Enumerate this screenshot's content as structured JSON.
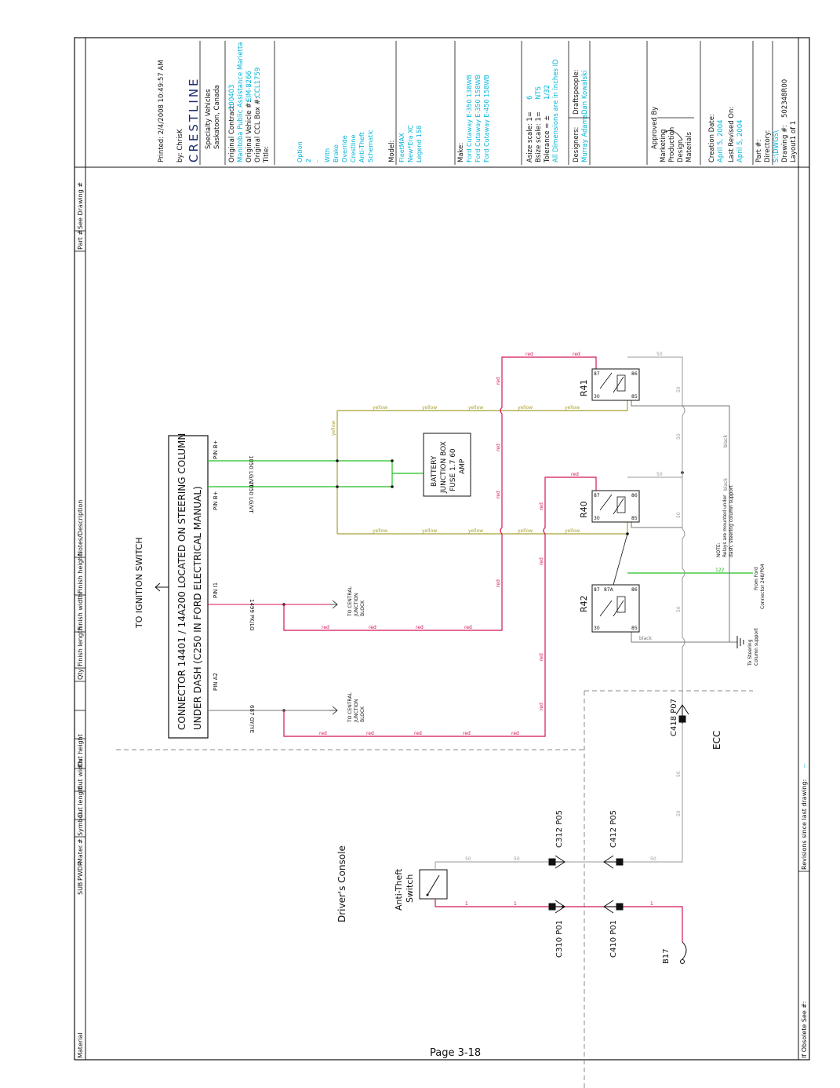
{
  "colors": {
    "red": "#d4145a",
    "yellow": "#a8a030",
    "green": "#22c022",
    "gray": "#999999",
    "black": "#111111",
    "cyan": "#00b4d8"
  },
  "page_label": "Page 3-18",
  "header_left": "Material",
  "header_columns": [
    "SUB",
    "PWDR",
    "Mater.#",
    "Symbol",
    "Cut length",
    "Cut width",
    "Cut height",
    "Qty",
    "Finish length",
    "Finish width",
    "Finish height",
    "Notes/Description",
    "Part #",
    "See Drawing #"
  ],
  "footer": {
    "obsolete": "If Obsolete See #:",
    "revisions": "Revisions since last drawing:",
    "revisions_value": "--"
  },
  "title_block": {
    "printed": "Printed: 2/4/2008 10:49:57 AM",
    "by": "by: ChrisK",
    "logo": "CRESTLINE",
    "company_line1": "Specialty Vehicles",
    "company_line2": "Saskatoon, Canada",
    "original_contract_label": "Original Contract:",
    "original_contract_value": "200403",
    "contract_note": "Manitoba Public Assistance Marietta",
    "original_vehicle_label": "Original Vehicle #:",
    "original_vehicle_value": "EIM-8266",
    "original_ccl_label": "Original CCL Box #:",
    "original_ccl_value": "CCL1759",
    "title_label": "Title:",
    "title_lines": [
      "Option",
      "2",
      "-",
      "With",
      "Brake",
      "Override",
      "Crestline",
      "Anti-Theft",
      "Schematic"
    ],
    "model_label": "Model:",
    "model_lines": [
      "FleetMAX",
      "New*Era XC",
      "Legend 158"
    ],
    "make_label": "Make:",
    "make_lines": [
      "Ford Cutaway E-350 138WB",
      "Ford Cutaway E-350 158WB",
      "Ford Cutaway E-450 158WB"
    ],
    "asize_label": "Asize scale: 1=",
    "asize_value": "6",
    "bsize_label": "Bsize scale: 1=",
    "bsize_value": "NTS",
    "tolerance_label": "Tolerance = ±",
    "tolerance_value": "1/32",
    "tolerance_note": "All Dimensions are in inches ID",
    "designers_label": "Designers:",
    "designers_value": "Murray Adams",
    "draftspeople_label": "Draftspeople:",
    "draftspeople_value": "Dan Kowalski",
    "approved_label": "Approved By",
    "approval_rows": [
      "Marketing",
      "Production",
      "Design",
      "Materials"
    ],
    "creation_label": "Creation Date:",
    "creation_value": "April 5, 2004",
    "revised_label": "Last Revised On:",
    "revised_value": "April 5, 2004",
    "part_label": "Part #:",
    "directory_label": "Directory:",
    "directory_value": "S:\\DWGS\\",
    "drawing_label": "Drawing #:",
    "drawing_value": "502348R00",
    "layout_label": "Layout1 of 1"
  },
  "diagram": {
    "connector_title_line1": "CONNECTOR 14401 / 14A200 LOCATED ON STEERING COLUMN",
    "connector_title_line2": "UNDER DASH (C250 IN FORD ELECTRICAL MANUAL)",
    "to_ignition": "TO IGNITION SWITCH",
    "pins": [
      "PIN B+",
      "PIN B+",
      "PIN I1",
      "PIN A2"
    ],
    "wire_1050": "1050 LG/VT",
    "wire_1499": "1499 PK/LG",
    "wire_687": "687 GY/YE",
    "to_central": [
      "TO CENTRAL",
      "JUNCTION",
      "BLOCK"
    ],
    "battery_box": [
      "BATTERY",
      "JUNCTION BOX",
      "FUSE 1.7 60",
      "AMP"
    ],
    "relays": [
      "R41",
      "R40",
      "R42"
    ],
    "relay_pins": [
      "87",
      "87A",
      "30",
      "85",
      "86"
    ],
    "color_labels": {
      "red": "red",
      "yellow": "yellow",
      "black": "black",
      "w50": "50",
      "w1": "1",
      "w122": "122"
    },
    "note": [
      "NOTE:",
      "Relays are mounted under",
      "dash, steering column support"
    ],
    "from_ford": [
      "From Ford",
      "Connector 248/P04"
    ],
    "to_steering": [
      "To Steering",
      "Column support"
    ],
    "drivers_console": "Driver's Console",
    "anti_theft": [
      "Anti-Theft",
      "Switch"
    ],
    "ecc": "ECC",
    "connectors": [
      "C418 P07",
      "C312 P05",
      "C412 P05",
      "C310 P01",
      "C410 P01"
    ],
    "b17": "B17"
  }
}
